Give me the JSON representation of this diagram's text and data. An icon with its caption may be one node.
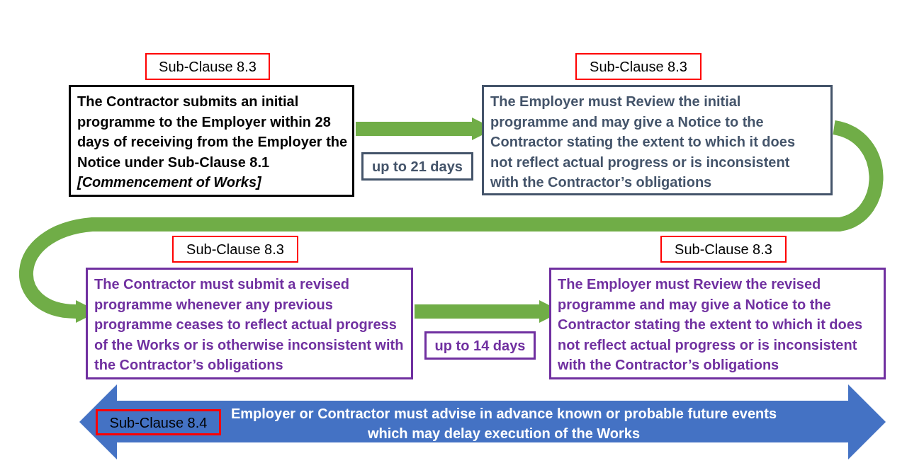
{
  "diagram": {
    "nodes": [
      {
        "text": [
          "Sub-Clause 8.3"
        ]
      },
      {
        "text": [
          "The Contractor submits an initial programme to the Employer within 28 days of receiving from the Employer the Notice under Sub-Clause 8.1 *[Commencement of Works]*"
        ]
      },
      {
        "text": [
          "Sub-Clause 8.3"
        ]
      },
      {
        "text": [
          "The Employer must Review the initial programme and may give a Notice to the Contractor stating the extent to which it does not reflect actual progress or is inconsistent with the Contractor’s obligations"
        ]
      },
      {
        "text": [
          "up to 21 days"
        ]
      },
      {
        "text": [
          "Sub-Clause 8.3"
        ]
      },
      {
        "text": [
          "The Contractor must submit a revised programme whenever any previous programme ceases to reflect actual progress of the Works or is otherwise inconsistent with the Contractor’s obligations"
        ]
      },
      {
        "text": [
          "Sub-Clause 8.3"
        ]
      },
      {
        "text": [
          "The Employer must Review the revised programme and may give a Notice to the Contractor stating the extent to which it does not reflect actual progress or is inconsistent with the Contractor’s obligations"
        ]
      },
      {
        "text": [
          "up to 14 days"
        ]
      },
      {
        "text": [
          "Employer or Contractor must advise in advance known or probable future events which may delay execution of the Works"
        ]
      },
      {
        "text": [
          "Sub-Clause 8.4"
        ],
        "in": 10
      }
    ],
    "edges": [
      {
        "from": 1,
        "to": 3,
        "arrow": "to"
      },
      {
        "from": 3,
        "to": 6,
        "arrow": "to"
      },
      {
        "from": 6,
        "to": 8,
        "arrow": "to"
      }
    ]
  }
}
